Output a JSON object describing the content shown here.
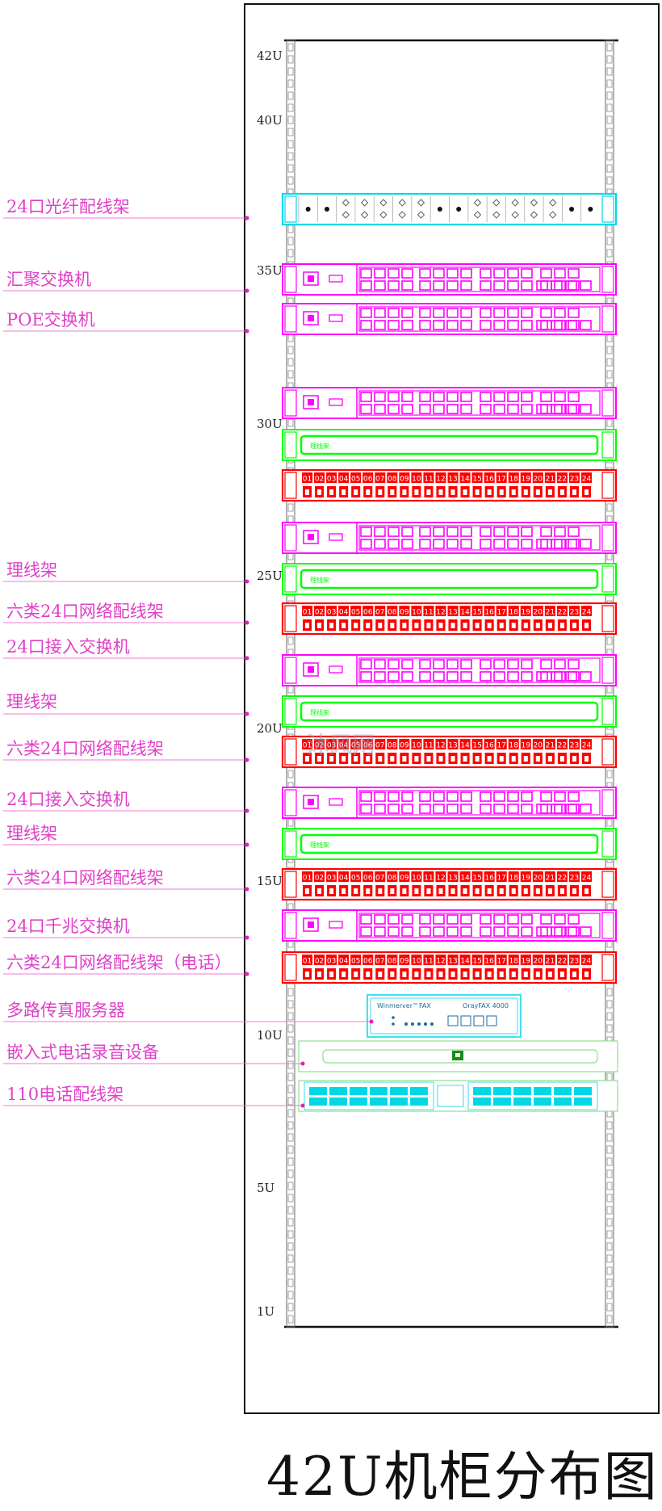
{
  "title": "42U机柜分布图",
  "u_marks": [
    "42U",
    "40U",
    "35U",
    "30U",
    "25U",
    "20U",
    "15U",
    "10U",
    "5U",
    "1U"
  ],
  "labels": [
    "24口光纤配线架",
    "汇聚交换机",
    "POE交换机",
    "理线架",
    "六类24口网络配线架",
    "24口接入交换机",
    "理线架",
    "六类24口网络配线架",
    "24口接入交换机",
    "理线架",
    "六类24口网络配线架",
    "24口千兆交换机",
    "六类24口网络配线架（电话）",
    "多路传真服务器",
    "嵌入式电话录音设备",
    "110电话配线架"
  ],
  "patch_ports": [
    "01",
    "02",
    "03",
    "04",
    "05",
    "06",
    "07",
    "08",
    "09",
    "10",
    "11",
    "12",
    "13",
    "14",
    "15",
    "16",
    "17",
    "18",
    "19",
    "20",
    "21",
    "22",
    "23",
    "24"
  ],
  "cable_manager_text": "理线架",
  "fax_server_text": [
    "Winmerver™FAX",
    "OrayFAX 4000"
  ],
  "watermark": "沐风网",
  "colors": {
    "switch": "#ff00ff",
    "patch": "#ff0000",
    "manager": "#00ff00",
    "fiber": "#00d8e8",
    "label": "#e040c8",
    "rail": "#666666"
  }
}
